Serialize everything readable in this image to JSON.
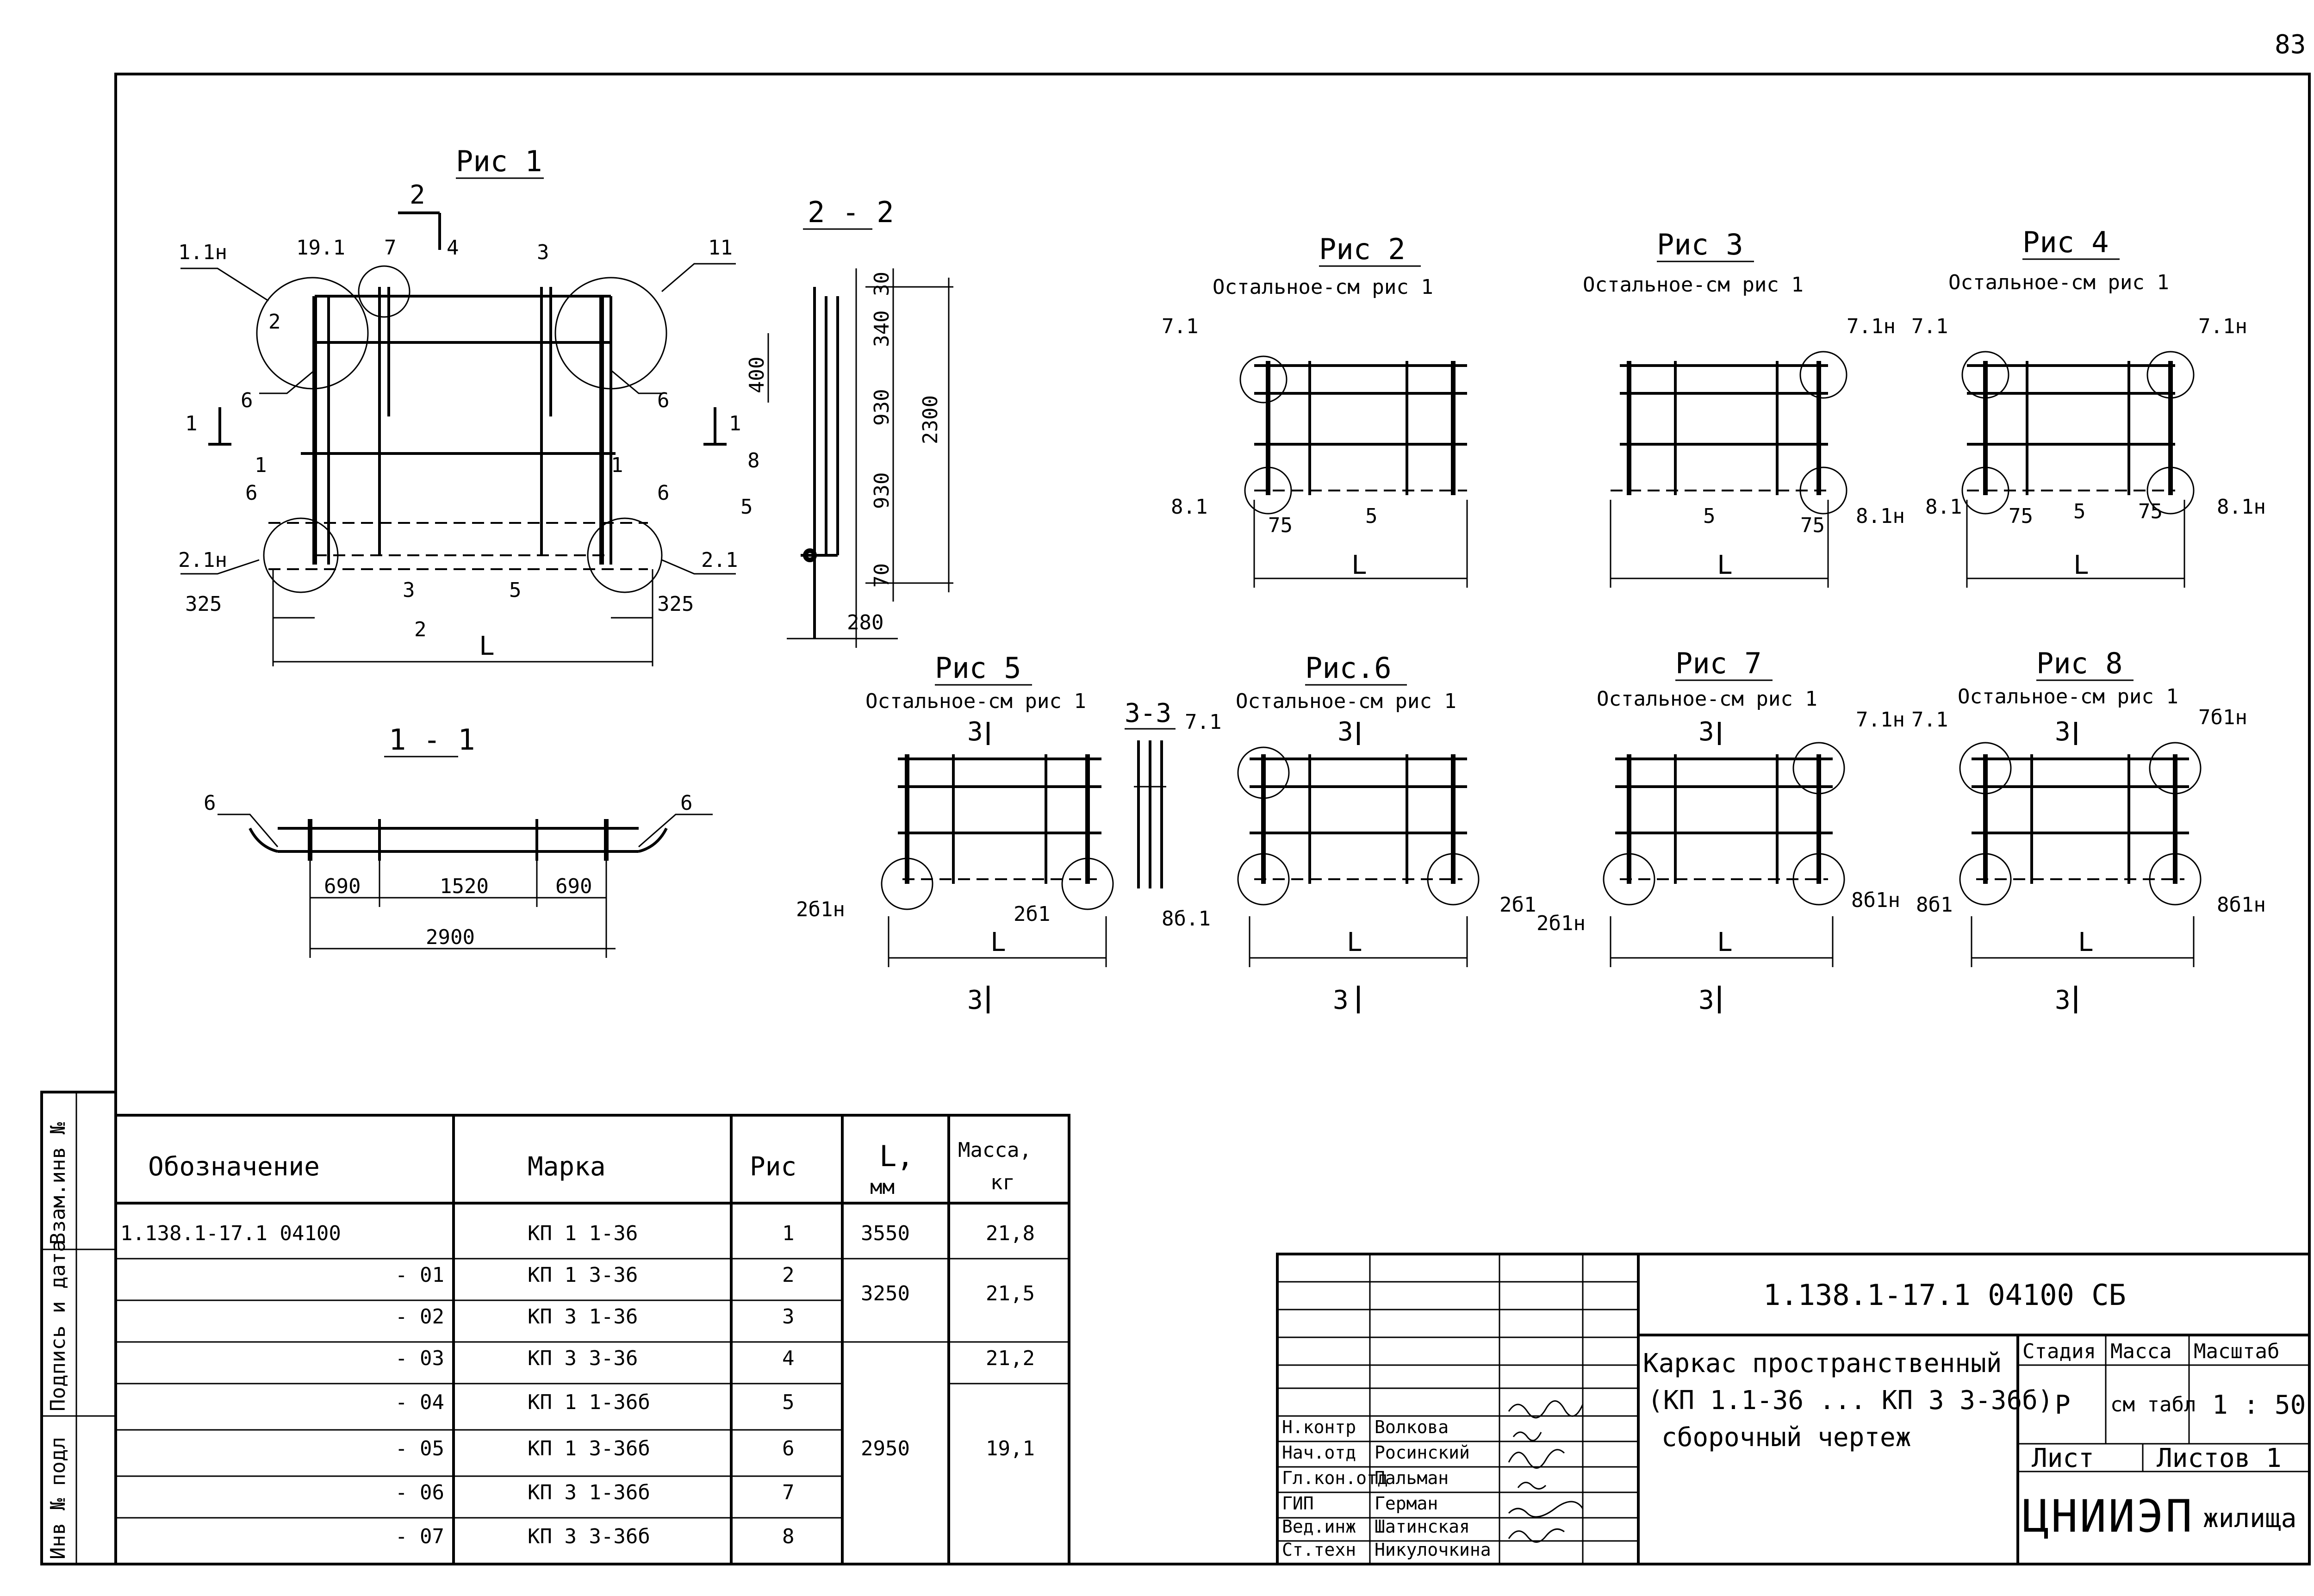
{
  "page_number": "83",
  "margin_labels": [
    "Инв № подл",
    "Подпись и дата",
    "Взам.инв №"
  ],
  "figures": {
    "fig1": {
      "title": "Рис 1",
      "labels": [
        "2",
        "1.1н",
        "19.1",
        "7",
        "4",
        "3",
        "11",
        "2",
        "6",
        "6",
        "1",
        "1",
        "1",
        "1",
        "6",
        "6",
        "2.1н",
        "3",
        "5",
        "2.1",
        "325",
        "325",
        "L",
        "2"
      ]
    },
    "sec22": {
      "title": "2 - 2",
      "dims": [
        "30",
        "340",
        "930",
        "930",
        "70",
        "2300",
        "400",
        "280"
      ],
      "labels": [
        "8",
        "5"
      ]
    },
    "sec11": {
      "title": "1 - 1",
      "dims": [
        "690",
        "1520",
        "690",
        "2900"
      ],
      "labels": [
        "6",
        "6"
      ]
    },
    "fig2": {
      "title": "Рис 2",
      "subtitle": "Остальное-см рис 1",
      "labels": [
        "7.1",
        "8.1",
        "75",
        "5",
        "L"
      ]
    },
    "fig3": {
      "title": "Рис 3",
      "subtitle": "Остальное-см рис 1",
      "labels": [
        "7.1н",
        "5",
        "75",
        "8.1н",
        "L"
      ]
    },
    "fig4": {
      "title": "Рис 4",
      "subtitle": "Остальное-см рис 1",
      "labels": [
        "7.1",
        "7.1н",
        "8.1",
        "75",
        "5",
        "75",
        "8.1н",
        "L"
      ]
    },
    "fig5": {
      "title": "Рис 5",
      "subtitle": "Остальное-см рис 1",
      "labels": [
        "3",
        "2б1н",
        "2б1",
        "L",
        "3"
      ]
    },
    "sec33": {
      "title": "3-3"
    },
    "fig6": {
      "title": "Рис.6",
      "subtitle": "Остальное-см рис 1",
      "labels": [
        "7.1",
        "3",
        "8б.1",
        "2б1",
        "L",
        "3"
      ]
    },
    "fig7": {
      "title": "Рис 7",
      "subtitle": "Остальное-см рис 1",
      "labels": [
        "3",
        "7.1н",
        "2б1н",
        "8б1н",
        "L",
        "3"
      ]
    },
    "fig8": {
      "title": "Рис 8",
      "subtitle": "Остальное-см рис 1",
      "labels": [
        "7.1",
        "3",
        "7б1н",
        "8б1",
        "8б1н",
        "L",
        "3"
      ]
    }
  },
  "spec_table": {
    "headers": {
      "designation": "Обозначение",
      "mark": "Марка",
      "fig": "Рис",
      "L": "L,",
      "L_unit": "мм",
      "mass": "Масса,",
      "mass_unit": "кг"
    },
    "rows": [
      {
        "designation": "1.138.1-17.1 04100",
        "mark": "КП 1 1-36",
        "fig": "1",
        "L": "3550",
        "mass": "21,8"
      },
      {
        "designation": "- 01",
        "mark": "КП 1 3-36",
        "fig": "2",
        "L": "3250",
        "mass": "21,5"
      },
      {
        "designation": "- 02",
        "mark": "КП 3 1-36",
        "fig": "3",
        "L": "",
        "mass": ""
      },
      {
        "designation": "- 03",
        "mark": "КП 3 3-36",
        "fig": "4",
        "L": "",
        "mass": "21,2"
      },
      {
        "designation": "- 04",
        "mark": "КП 1 1-36б",
        "fig": "5",
        "L": "",
        "mass": ""
      },
      {
        "designation": "- 05",
        "mark": "КП 1 3-36б",
        "fig": "6",
        "L": "2950",
        "mass": "19,1"
      },
      {
        "designation": "- 06",
        "mark": "КП 3 1-36б",
        "fig": "7",
        "L": "",
        "mass": ""
      },
      {
        "designation": "- 07",
        "mark": "КП 3 3-36б",
        "fig": "8",
        "L": "",
        "mass": ""
      }
    ]
  },
  "title_block": {
    "doc_code": "1.138.1-17.1 04100 СБ",
    "title_lines": [
      "Каркас пространственный",
      "(КП 1.1-36 ... КП 3 3-36б)",
      "сборочный чертеж"
    ],
    "stage_label": "Стадия",
    "mass_label": "Масса",
    "scale_label": "Масштаб",
    "stage": "Р",
    "mass": "см табл",
    "scale": "1 : 50",
    "sheet_label": "Лист",
    "sheets_label": "Листов 1",
    "org_main": "ЦНИИЭП",
    "org_sub": "жилища",
    "staff": [
      {
        "role": "Н.контр",
        "name": "Волкова"
      },
      {
        "role": "Нач.отд",
        "name": "Росинский"
      },
      {
        "role": "Гл.кон.отд",
        "name": "Пальман"
      },
      {
        "role": "ГИП",
        "name": "Герман"
      },
      {
        "role": "Вед.инж",
        "name": "Шатинская"
      },
      {
        "role": "Ст.техн",
        "name": "Никулочкина"
      }
    ]
  }
}
